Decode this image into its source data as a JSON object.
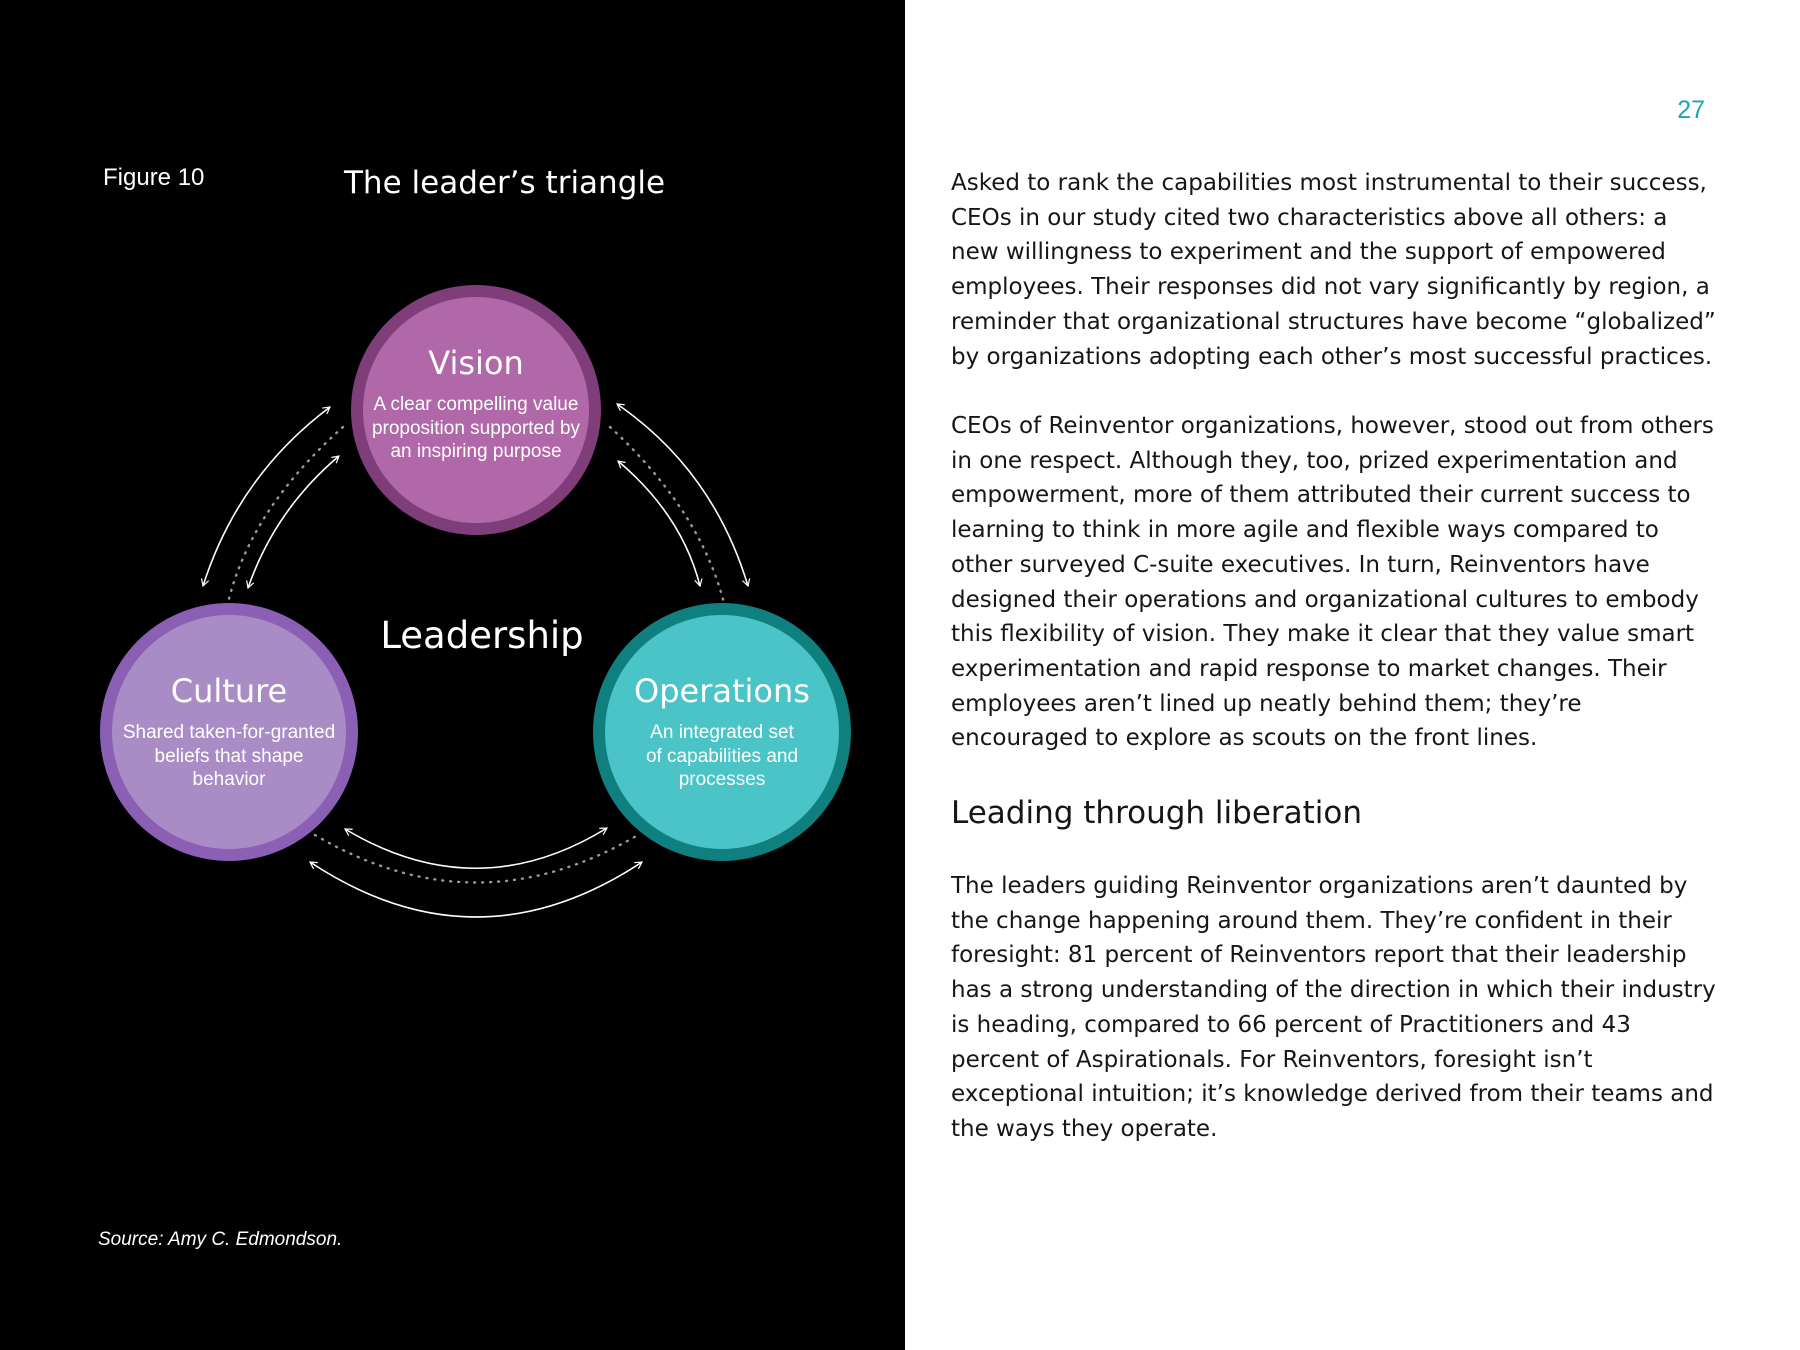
{
  "page_number": "27",
  "figure": {
    "label": "Figure 10",
    "title": "The leader’s triangle",
    "center_label": "Leadership",
    "nodes": {
      "vision": {
        "title": "Vision",
        "desc": [
          "A clear compelling value",
          "proposition supported by",
          "an inspiring purpose"
        ],
        "fill": "#b068a8",
        "ring": "#7f3d7a"
      },
      "culture": {
        "title": "Culture",
        "desc": [
          "Shared taken-for-granted",
          "beliefs that shape",
          "behavior"
        ],
        "fill": "#a98cc6",
        "ring": "#8a5fb4"
      },
      "operations": {
        "title": "Operations",
        "desc": [
          "An integrated set",
          "of capabilities and",
          "processes"
        ],
        "fill": "#4bc4c8",
        "ring": "#0f7f7f"
      }
    },
    "source": "Source: Amy C. Edmondson."
  },
  "article": {
    "paragraph_1": "Asked to rank the capabilities most instrumental to their success, CEOs in our study cited two characteristics above all others: a new willingness to experiment and the support of empowered employees. Their responses did not vary significantly by region, a reminder that organizational structures have become “globalized” by organizations adopting each other’s most successful practices.",
    "paragraph_2": "CEOs of Reinventor organizations, however, stood out from others in one respect. Although they, too, prized experimentation and empowerment, more of them attributed their current success to learning to think in more agile and flexible ways compared to other surveyed C-suite executives. In turn, Reinventors have designed their operations and organizational cultures to embody this flexibility of vision. They make it clear that they value smart experimentation and rapid response to market changes. Their employees aren’t lined up neatly behind them; they’re encouraged to explore as scouts on the front lines.",
    "heading": "Leading through liberation",
    "paragraph_3": "The leaders guiding Reinventor organizations aren’t daunted by the change happening around them. They’re confident in their foresight: 81 percent of Reinventors report that their leadership has a strong understanding of the direction in which their industry is heading, compared to 66 percent of Practitioners and 43 percent of Aspirationals. For Reinventors, foresight isn’t exceptional intuition; it’s knowledge derived from their teams and the ways they operate."
  }
}
